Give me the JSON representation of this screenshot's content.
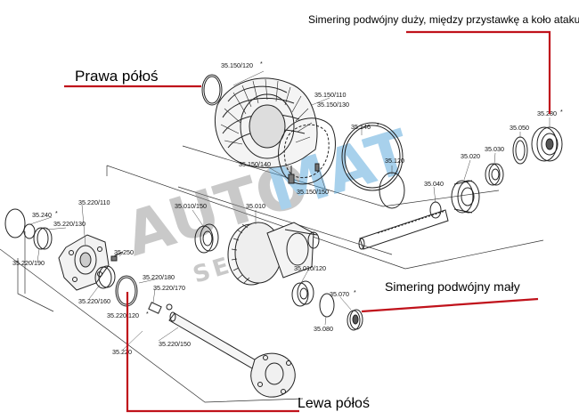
{
  "callouts": {
    "seal_large": "Simering podwójny duży, między przystawkę a koło ataku",
    "right_shaft": "Prawa półoś",
    "seal_small": "Simering podwójny mały",
    "left_shaft": "Lewa półoś"
  },
  "watermark": {
    "auto": "AUTO",
    "mat": "MAT",
    "sub": "SERWIS"
  },
  "colors": {
    "callout_line": "#c0121b",
    "watermark_blue": "#3f9ad6",
    "watermark_grey": "#8a8a8a",
    "ink": "#222222"
  },
  "part_numbers": {
    "p35_280": "35.280",
    "p35_150_120": "35.150/120",
    "p35_150_110": "35.150/110",
    "p35_150_130": "35.150/130",
    "p35_146": "35.146",
    "p35_150_140": "35.150/140",
    "p35_150_150": "35.150/150",
    "p35_050": "35.050",
    "p35_030": "35.030",
    "p35_020": "35.020",
    "p35_120": "35.120",
    "p35_040": "35.040",
    "p35_010": "35.010",
    "p35_010_150": "35.010/150",
    "p35_010_120": "35.010/120",
    "p35_240": "35.240",
    "p35_220_110": "35.220/110",
    "p35_220_130": "35.220/130",
    "p35_220_190": "35.220/190",
    "p35_250": "35.250",
    "p35_220_180": "35.220/180",
    "p35_220_170": "35.220/170",
    "p35_220_160": "35.220/160",
    "p35_220_120": "35.220/120",
    "p35_220_150": "35.220/150",
    "p35_220": "35.220",
    "p35_070": "35.070",
    "p35_080": "35.080"
  }
}
